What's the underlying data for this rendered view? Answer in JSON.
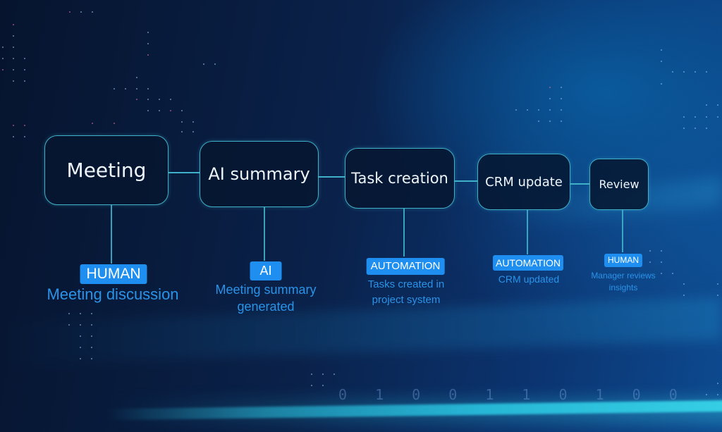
{
  "diagram": {
    "type": "workflow",
    "steps": [
      {
        "title": "Meeting",
        "tag": "HUMAN",
        "description": "Meeting discussion"
      },
      {
        "title": "AI summary",
        "tag": "AI",
        "description_lines": [
          "Meeting summary",
          "generated"
        ]
      },
      {
        "title": "Task creation",
        "tag": "AUTOMATION",
        "description_lines": [
          "Tasks created in",
          "project system"
        ]
      },
      {
        "title": "CRM update",
        "tag": "AUTOMATION",
        "description": "CRM updated"
      },
      {
        "title": "Review",
        "tag": "HUMAN",
        "description_lines": [
          "Manager reviews",
          "insights"
        ]
      }
    ],
    "background_digits": "0 1 0 0 1   1   0 1 0 0"
  },
  "colors": {
    "node_border": "#3fb0c8",
    "tag_bg": "#1e8ff0",
    "description_text": "#2a93e8",
    "node_text": "#eef5fb"
  }
}
